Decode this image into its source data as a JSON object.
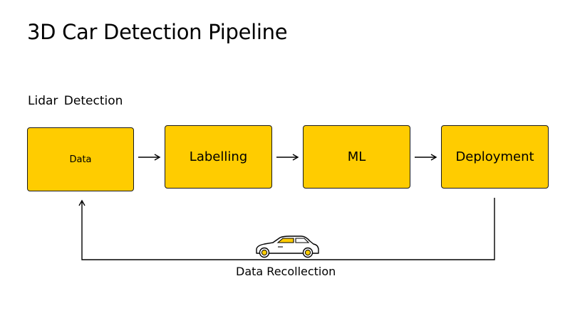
{
  "title": "3D Car Detection Pipeline",
  "subtitle": "Lidar  Detection",
  "nodes": {
    "data": "Data",
    "labelling": "Labelling",
    "ml": "ML",
    "deployment": "Deployment"
  },
  "feedback_label": "Data Recollection",
  "colors": {
    "box_fill": "#FFCC00",
    "box_border": "#1a1a1a",
    "background": "#ffffff"
  },
  "icons": [
    "car-icon",
    "arrow-right-icon",
    "arrow-up-icon"
  ]
}
